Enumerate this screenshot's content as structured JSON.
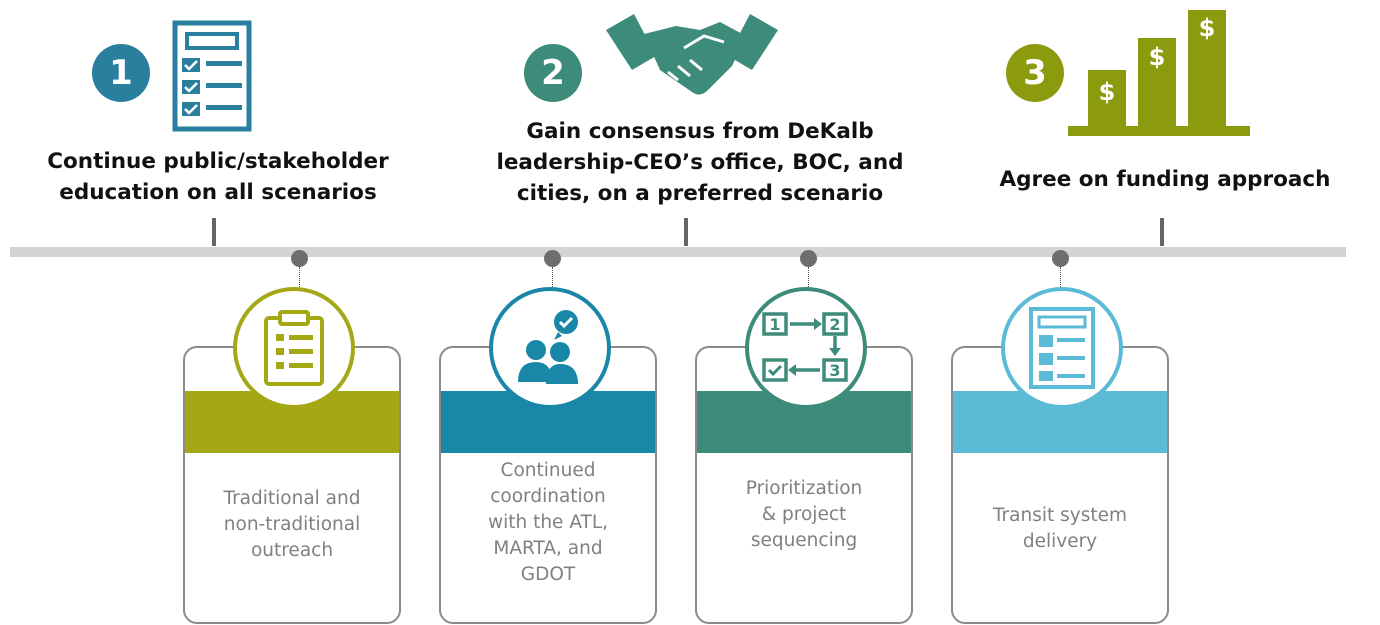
{
  "milestones": [
    {
      "number": "1",
      "title_lines": [
        "Continue public/stakeholder",
        "education on all scenarios"
      ],
      "color": "#2a7f9e",
      "icon": "checklist-icon"
    },
    {
      "number": "2",
      "title_lines": [
        "Gain consensus from DeKalb",
        "leadership-CEO’s office, BOC, and",
        "cities, on a preferred scenario"
      ],
      "color": "#3d8b7a",
      "icon": "handshake-icon"
    },
    {
      "number": "3",
      "title_lines": [
        "Agree on funding approach"
      ],
      "color": "#8c9a0e",
      "icon": "funding-bars-icon"
    }
  ],
  "dollar_sign": "$",
  "steps": [
    {
      "lines": [
        "Traditional and",
        "non-traditional",
        "outreach"
      ],
      "color": "#a3a814",
      "icon": "clipboard-icon"
    },
    {
      "lines": [
        "Continued",
        "coordination",
        "with the ATL,",
        "MARTA, and",
        "GDOT"
      ],
      "color": "#1a86a8",
      "icon": "people-chat-icon"
    },
    {
      "lines": [
        "Prioritization",
        "& project",
        "sequencing"
      ],
      "color": "#3d8b7a",
      "icon": "sequence-icon"
    },
    {
      "lines": [
        "Transit system",
        "delivery"
      ],
      "color": "#5bbad5",
      "icon": "document-icon"
    }
  ],
  "sequence_labels": [
    "1",
    "2",
    "3"
  ]
}
